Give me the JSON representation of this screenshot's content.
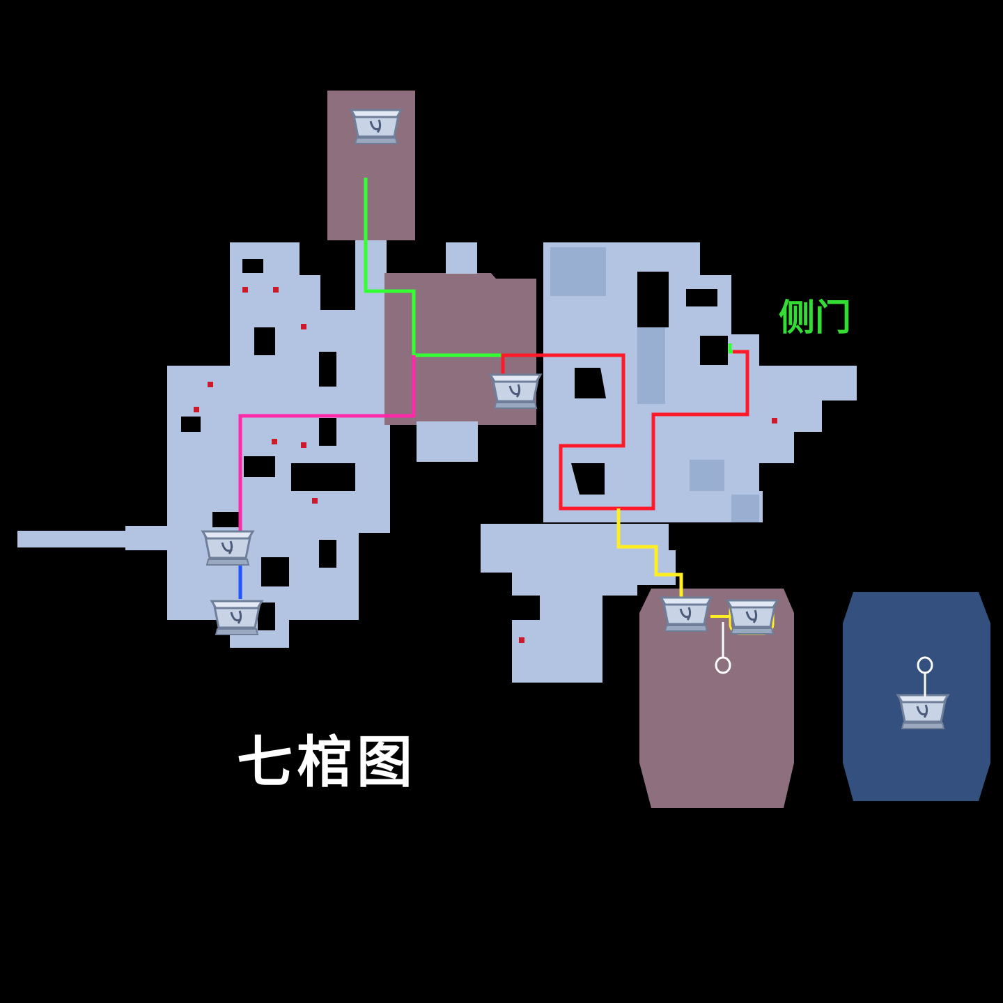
{
  "title": "七棺图",
  "side_door_label": "侧门",
  "colors": {
    "background": "#000000",
    "floor": "#b3c4e3",
    "floor_shade": "#8fa6c9",
    "chamber": "#8d6f7d",
    "tomb_room": "#33507f",
    "wall_hole": "#000000",
    "path_green": "#33ff33",
    "path_magenta": "#ff2aa8",
    "path_red": "#ff1a2a",
    "path_blue": "#2255ff",
    "path_yellow": "#ffee22",
    "key_marker": "#ffffff",
    "red_marker": "#cc1a2a"
  },
  "coffin_count": 7,
  "icons": [
    "coffin-icon",
    "key-icon"
  ]
}
